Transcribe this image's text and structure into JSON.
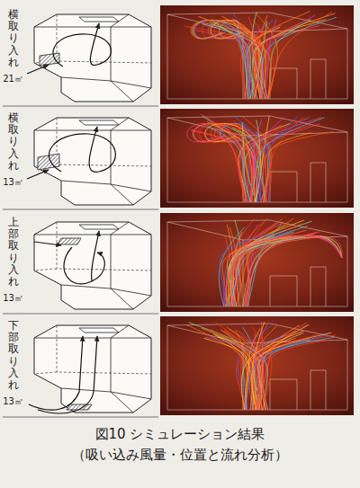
{
  "diagram": {
    "caption": "図10 シミュレーション結果 （吸い込み風量・位置と流れ分析）",
    "labels": [
      "横取り入れ",
      "21㎥",
      "横取り入れ",
      "13㎥",
      "上部取り入れ",
      "13㎥",
      "下部取り入れ",
      "13㎥"
    ]
  }
}
